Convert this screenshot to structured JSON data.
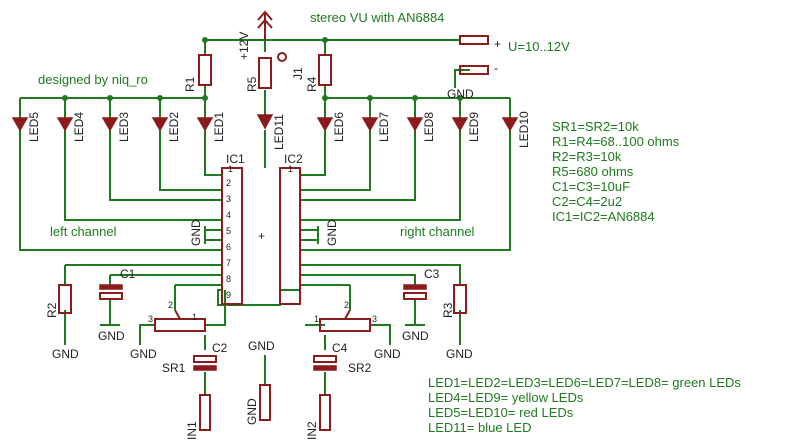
{
  "title": "stereo VU with AN6884",
  "credit": "designed by niq_ro",
  "supply": {
    "rail": "+12V",
    "input": "U=10..12V",
    "plus": "+",
    "minus": "-",
    "gnd": "GND"
  },
  "channels": {
    "left": "left channel",
    "right": "right channel"
  },
  "ics": {
    "left": "IC1",
    "right": "IC2",
    "pin1": "1",
    "pin1b": "1",
    "dot": "+"
  },
  "ic_pins": [
    "1",
    "2",
    "3",
    "4",
    "5",
    "6",
    "7",
    "8",
    "9"
  ],
  "components": {
    "r1": "R1",
    "r2": "R2",
    "r3": "R3",
    "r4": "R4",
    "r5": "R5",
    "c1": "C1",
    "c2": "C2",
    "c3": "C3",
    "c4": "C4",
    "sr1": "SR1",
    "sr2": "SR2",
    "j1": "J1",
    "in1": "IN1",
    "in2": "IN2"
  },
  "pot_pins": {
    "a": "3",
    "b": "1",
    "w": "2"
  },
  "leds": {
    "led1": "LED1",
    "led2": "LED2",
    "led3": "LED3",
    "led4": "LED4",
    "led5": "LED5",
    "led6": "LED6",
    "led7": "LED7",
    "led8": "LED8",
    "led9": "LED9",
    "led10": "LED10",
    "led11": "LED11"
  },
  "gnd_label": "GND",
  "values": [
    "SR1=SR2=10k",
    "R1=R4=68..100 ohms",
    "R2=R3=10k",
    "R5=680 ohms",
    "C1=C3=10uF",
    "C2=C4=2u2",
    "IC1=IC2=AN6884"
  ],
  "led_notes": [
    "LED1=LED2=LED3=LED6=LED7=LED8= green LEDs",
    "LED4=LED9= yellow LEDs",
    "LED5=LED10= red LEDs",
    "LED11= blue LED"
  ],
  "colors": {
    "wire": "#1f7a1f",
    "part": "#8c1c1c",
    "text": "#222222"
  }
}
